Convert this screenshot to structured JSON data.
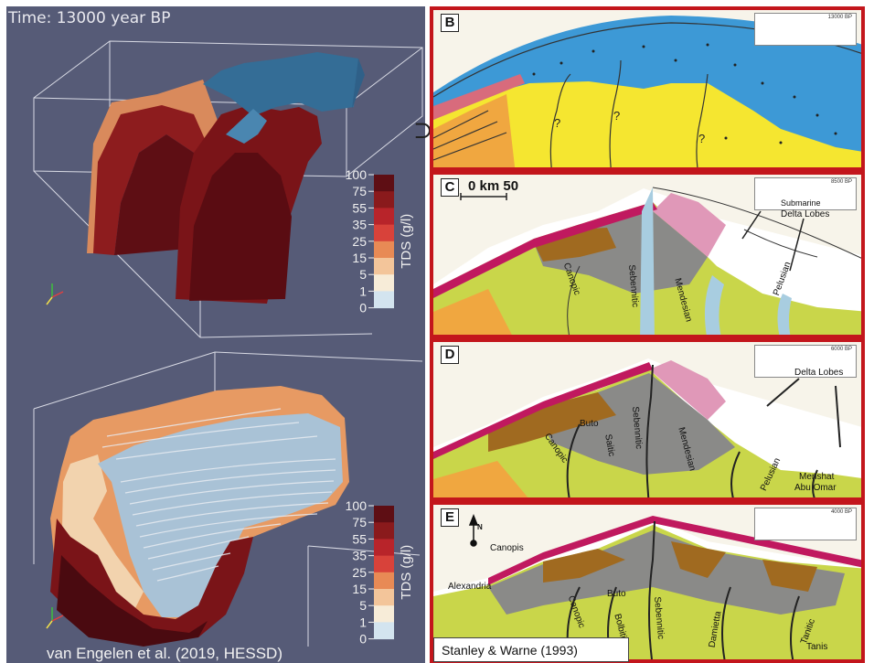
{
  "left": {
    "time_label": "Time: 13000 year BP",
    "citation": "van Engelen et al. (2019, HESSD)",
    "colorbar": {
      "title": "TDS (g/l)",
      "ticks": [
        "100",
        "75",
        "55",
        "35",
        "25",
        "15",
        "5",
        "1",
        "0"
      ],
      "colors": [
        "#5e0e14",
        "#8a1a1c",
        "#b8242a",
        "#d8423a",
        "#e88a55",
        "#f3c59a",
        "#f7ecd8",
        "#d3e4ef",
        "#7fb3d5"
      ]
    }
  },
  "right": {
    "panels": [
      {
        "letter": "B",
        "era": "13000 BP",
        "labels": []
      },
      {
        "letter": "C",
        "era": "8500 BP",
        "scale": "0    km    50",
        "labels": [
          "Submarine",
          "Delta Lobes",
          "Canopic",
          "Sebennitic",
          "Mendesian",
          "Pelusian"
        ]
      },
      {
        "letter": "D",
        "era": "6000 BP",
        "labels": [
          "Delta Lobes",
          "Buto",
          "Canopic",
          "Sebennitic",
          "Saitic",
          "Mendesian",
          "Pelusian",
          "Menshat",
          "Abu Omar"
        ]
      },
      {
        "letter": "E",
        "era": "4000 BP",
        "labels": [
          "N",
          "Canopis",
          "Alexandria",
          "Buto",
          "Canopic",
          "Bolbitinic",
          "Sebennitic",
          "Damietta",
          "Tanitic",
          "Tanis"
        ]
      }
    ],
    "citation": "Stanley & Warne (1993)"
  }
}
